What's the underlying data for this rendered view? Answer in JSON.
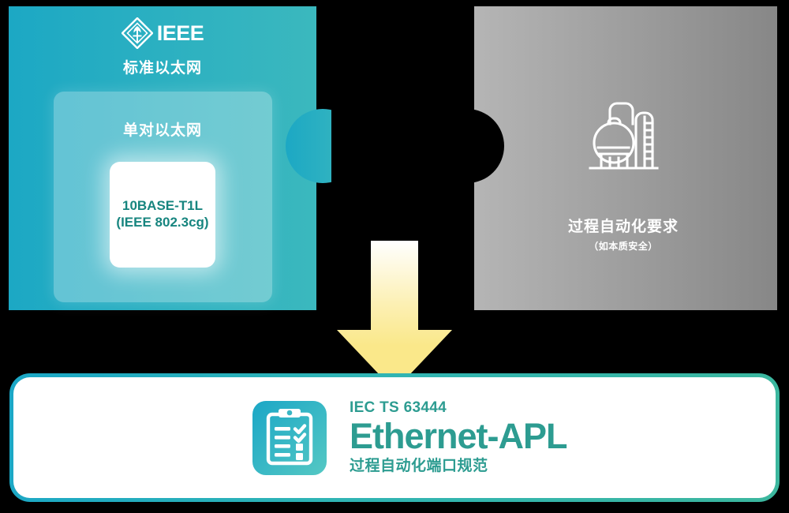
{
  "left_piece": {
    "logo_text": "IEEE",
    "title": "标准以太网",
    "inner_title": "单对以太网",
    "standard_line1": "10BASE-T1L",
    "standard_line2": "(IEEE 802.3cg)",
    "color_start": "#1CA8C4",
    "color_end": "#3BB8BE",
    "standard_text_color": "#17857F"
  },
  "right_piece": {
    "title": "过程自动化要求",
    "subtitle": "（如本质安全）",
    "color_start": "#B5B5B5",
    "color_end": "#878787"
  },
  "arrow": {
    "direction": "down",
    "color_top": "#FFFFF2",
    "color_bottom": "#FAE88A"
  },
  "result_card": {
    "eyebrow": "IEC TS 63444",
    "title": "Ethernet-APL",
    "subtitle": "过程自动化端口规范",
    "text_color": "#2D9C91",
    "border_color_start": "#1BA7C6",
    "border_color_end": "#3CB79E",
    "icon_color_start": "#1BA7C6",
    "icon_color_end": "#4FC4C4"
  },
  "icons": {
    "ieee_mark": "ieee-diamond-icon",
    "plant": "industrial-plant-icon",
    "clipboard": "clipboard-checklist-icon"
  }
}
